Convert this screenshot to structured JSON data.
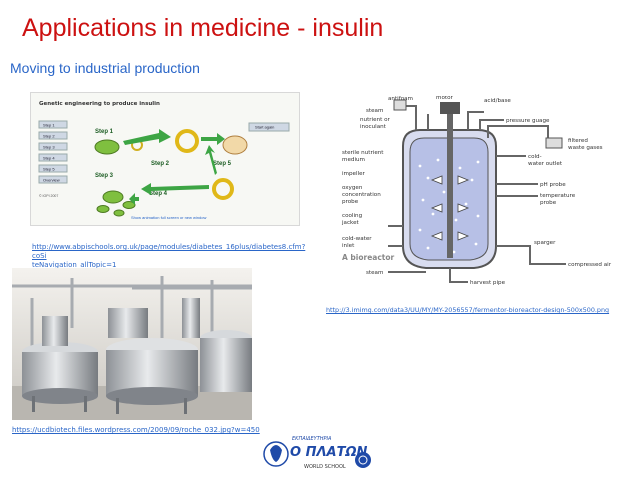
{
  "slide": {
    "title": "Applications in medicine - insulin",
    "subtitle": "Moving to industrial production"
  },
  "genetic_diagram": {
    "heading": "Genetic engineering to produce insulin",
    "step_buttons": [
      "Step 1",
      "Step 2",
      "Step 3",
      "Step 4",
      "Step 5",
      "Overview"
    ],
    "steps": [
      "Step 1",
      "Step 2",
      "Step 3",
      "Step 4",
      "Step 5"
    ],
    "start_again": "Start again",
    "copyright": "© IOPI 2007",
    "footer": "Show animation full screen or new window"
  },
  "links": {
    "abpischools": "http://www.abpischools.org.uk/page/modules/diabetes_16plus/diabetes8.cfm?coSiteNavigation_allTopic=1",
    "abpischools_line1": "http://www.abpischools.org.uk/page/modules/diabetes_16plus/diabetes8.cfm?coSi",
    "abpischools_line2": "teNavigation_allTopic=1",
    "fermentor": "http://3.imimg.com/data3/UU/MY/MY-2056557/fermentor-bioreactor-design-500x500.png",
    "photo": "https://ucdbiotech.files.wordpress.com/2009/09/roche_032.jpg?w=450"
  },
  "bioreactor": {
    "caption": "A bioreactor",
    "labels": {
      "antifoam": "antifoam",
      "motor": "motor",
      "acid_base": "acid/base",
      "steam_top": "steam",
      "nutrient": "nutrient or",
      "inoculant": "inoculant",
      "pressure": "pressure guage",
      "filtered": "filtered",
      "waste": "waste gases",
      "sterile": "sterile nutrient",
      "medium": "medium",
      "cold_out1": "cold-",
      "cold_out2": "water outlet",
      "impeller": "impeller",
      "oxygen": "oxygen",
      "concentration": "concentration",
      "probe": "probe",
      "ph": "pH probe",
      "temp1": "temperature",
      "temp2": "probe",
      "cooling": "cooling",
      "jacket": "jacket",
      "cold_in1": "cold-water",
      "cold_in2": "inlet",
      "sparger": "sparger",
      "steam_bottom": "steam",
      "compressed": "compressed air",
      "harvest": "harvest pipe"
    }
  },
  "logo": {
    "greek_top": "ΕΚΠΑΙΔΕΥΤΗΡΙΑ",
    "greek_main": "Ο ΠΛΑΤΩΝ",
    "school": "WORLD SCHOOL"
  },
  "colors": {
    "title": "#cc1111",
    "subtitle": "#2a66c8",
    "link": "#2a66c8",
    "logo_blue": "#1f4aa8"
  }
}
